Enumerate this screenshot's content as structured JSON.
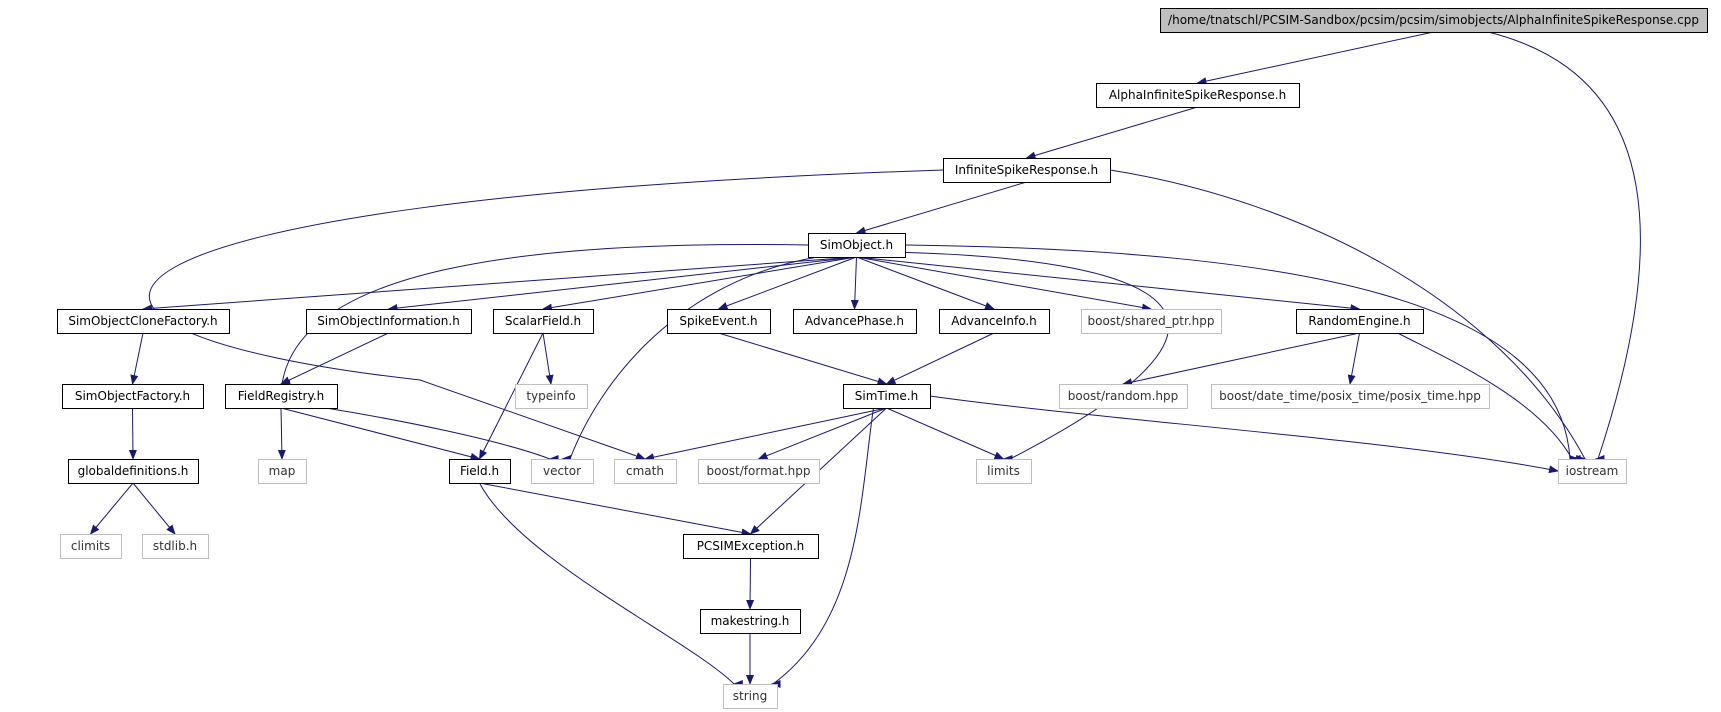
{
  "colors": {
    "edge": "#191970",
    "box_black": "#000000",
    "box_gray": "#bfbfbf",
    "root_fill": "#bfbfbf",
    "node_fill": "#ffffff",
    "text_black": "#000000",
    "text_gray": "#333333"
  },
  "nodes": [
    {
      "id": "root",
      "label": "/home/tnatschl/PCSIM-Sandbox/pcsim/pcsim/simobjects/AlphaInfiniteSpikeResponse.cpp",
      "kind": "root"
    },
    {
      "id": "alpha",
      "label": "AlphaInfiniteSpikeResponse.h",
      "kind": "local"
    },
    {
      "id": "infinite",
      "label": "InfiniteSpikeResponse.h",
      "kind": "local"
    },
    {
      "id": "simobject",
      "label": "SimObject.h",
      "kind": "local"
    },
    {
      "id": "clonefactory",
      "label": "SimObjectCloneFactory.h",
      "kind": "local"
    },
    {
      "id": "information",
      "label": "SimObjectInformation.h",
      "kind": "local"
    },
    {
      "id": "scalarfield",
      "label": "ScalarField.h",
      "kind": "local"
    },
    {
      "id": "spikeevent",
      "label": "SpikeEvent.h",
      "kind": "local"
    },
    {
      "id": "advancephase",
      "label": "AdvancePhase.h",
      "kind": "local"
    },
    {
      "id": "advanceinfo",
      "label": "AdvanceInfo.h",
      "kind": "local"
    },
    {
      "id": "sharedptr",
      "label": "boost/shared_ptr.hpp",
      "kind": "system"
    },
    {
      "id": "randomengine",
      "label": "RandomEngine.h",
      "kind": "local"
    },
    {
      "id": "factory",
      "label": "SimObjectFactory.h",
      "kind": "local"
    },
    {
      "id": "fieldregistry",
      "label": "FieldRegistry.h",
      "kind": "local"
    },
    {
      "id": "typeinfo",
      "label": "typeinfo",
      "kind": "system"
    },
    {
      "id": "simtime",
      "label": "SimTime.h",
      "kind": "local"
    },
    {
      "id": "boostrandom",
      "label": "boost/random.hpp",
      "kind": "system"
    },
    {
      "id": "posixtime",
      "label": "boost/date_time/posix_time/posix_time.hpp",
      "kind": "system"
    },
    {
      "id": "globaldef",
      "label": "globaldefinitions.h",
      "kind": "local"
    },
    {
      "id": "map",
      "label": "map",
      "kind": "system"
    },
    {
      "id": "field",
      "label": "Field.h",
      "kind": "local"
    },
    {
      "id": "vector",
      "label": "vector",
      "kind": "system"
    },
    {
      "id": "cmath",
      "label": "cmath",
      "kind": "system"
    },
    {
      "id": "format",
      "label": "boost/format.hpp",
      "kind": "system"
    },
    {
      "id": "limits",
      "label": "limits",
      "kind": "system"
    },
    {
      "id": "iostream",
      "label": "iostream",
      "kind": "system"
    },
    {
      "id": "climits",
      "label": "climits",
      "kind": "system"
    },
    {
      "id": "stdlib",
      "label": "stdlib.h",
      "kind": "system"
    },
    {
      "id": "pcsimexception",
      "label": "PCSIMException.h",
      "kind": "local"
    },
    {
      "id": "makestring",
      "label": "makestring.h",
      "kind": "local"
    },
    {
      "id": "string",
      "label": "string",
      "kind": "system"
    }
  ],
  "edges": [
    [
      "root",
      "alpha"
    ],
    [
      "root",
      "iostream"
    ],
    [
      "alpha",
      "infinite"
    ],
    [
      "infinite",
      "simobject"
    ],
    [
      "infinite",
      "cmath"
    ],
    [
      "infinite",
      "iostream"
    ],
    [
      "simobject",
      "clonefactory"
    ],
    [
      "simobject",
      "information"
    ],
    [
      "simobject",
      "scalarfield"
    ],
    [
      "simobject",
      "spikeevent"
    ],
    [
      "simobject",
      "advancephase"
    ],
    [
      "simobject",
      "advanceinfo"
    ],
    [
      "simobject",
      "sharedptr"
    ],
    [
      "simobject",
      "randomengine"
    ],
    [
      "simobject",
      "fieldregistry"
    ],
    [
      "simobject",
      "vector"
    ],
    [
      "simobject",
      "limits"
    ],
    [
      "simobject",
      "iostream"
    ],
    [
      "clonefactory",
      "factory"
    ],
    [
      "information",
      "fieldregistry"
    ],
    [
      "scalarfield",
      "typeinfo"
    ],
    [
      "scalarfield",
      "field"
    ],
    [
      "spikeevent",
      "simtime"
    ],
    [
      "advanceinfo",
      "simtime"
    ],
    [
      "randomengine",
      "boostrandom"
    ],
    [
      "randomengine",
      "posixtime"
    ],
    [
      "randomengine",
      "iostream"
    ],
    [
      "factory",
      "globaldef"
    ],
    [
      "fieldregistry",
      "map"
    ],
    [
      "fieldregistry",
      "field"
    ],
    [
      "fieldregistry",
      "vector"
    ],
    [
      "simtime",
      "cmath"
    ],
    [
      "simtime",
      "format"
    ],
    [
      "simtime",
      "limits"
    ],
    [
      "simtime",
      "iostream"
    ],
    [
      "simtime",
      "pcsimexception"
    ],
    [
      "simtime",
      "string"
    ],
    [
      "globaldef",
      "climits"
    ],
    [
      "globaldef",
      "stdlib"
    ],
    [
      "field",
      "pcsimexception"
    ],
    [
      "field",
      "string"
    ],
    [
      "pcsimexception",
      "makestring"
    ],
    [
      "makestring",
      "string"
    ]
  ]
}
